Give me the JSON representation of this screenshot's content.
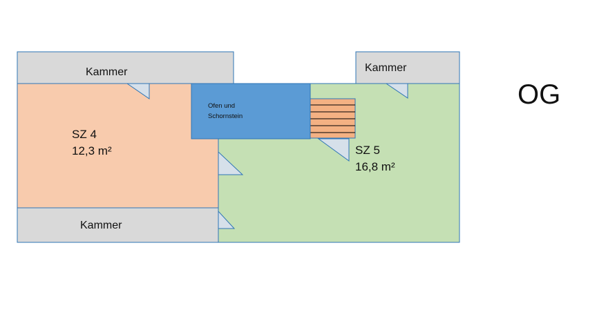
{
  "floor_label": "OG",
  "rooms": {
    "kammer_top_left": {
      "label": "Kammer"
    },
    "kammer_top_right": {
      "label": "Kammer"
    },
    "kammer_bottom_left": {
      "label": "Kammer"
    },
    "sz4": {
      "name": "SZ 4",
      "area": "12,3 m²"
    },
    "sz5": {
      "name": "SZ 5",
      "area": "16,8 m²"
    },
    "ofen": {
      "line1": "Ofen und",
      "line2": "Schornstein"
    }
  },
  "colors": {
    "sz4_fill": "#f8cbad",
    "sz5_fill": "#c5e0b4",
    "kammer_fill": "#d9d9d9",
    "ofen_fill": "#5b9bd5",
    "stairs_fill": "#f4b183",
    "outline": "#2e75b6",
    "door": "#d6e0ea"
  }
}
